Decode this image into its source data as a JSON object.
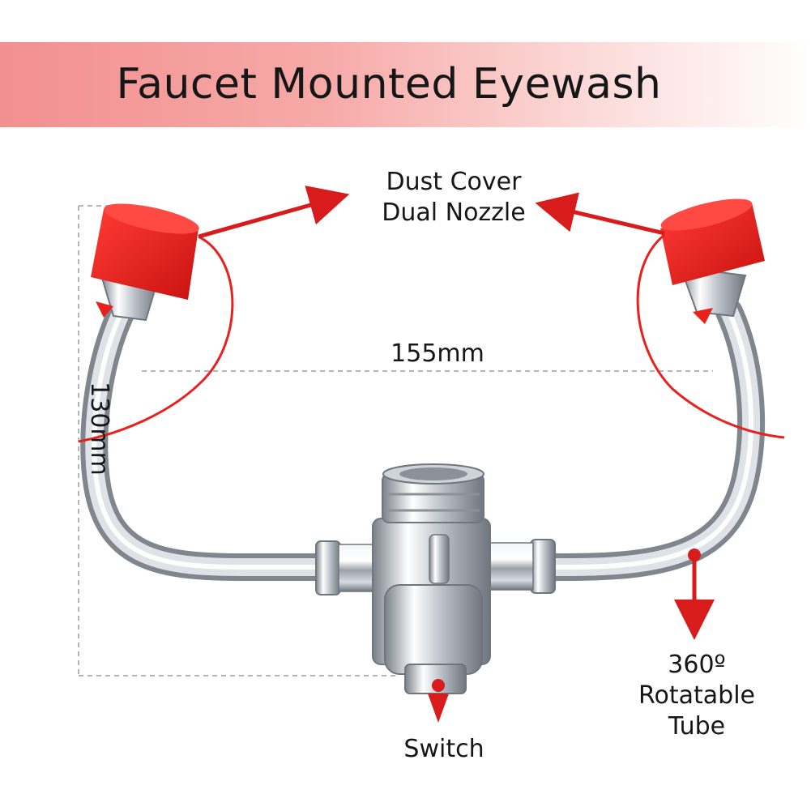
{
  "header": {
    "title": "Faucet Mounted Eyewash"
  },
  "callouts": {
    "dust_cover_line1": "Dust Cover",
    "dust_cover_line2": "Dual Nozzle",
    "width_dimension": "155mm",
    "height_dimension": "130mm",
    "tube_line1": "360º",
    "tube_line2": "Rotatable",
    "tube_line3": "Tube",
    "switch": "Switch"
  },
  "colors": {
    "accent_red": "#e8201e",
    "banner_pink": "#f2908f",
    "chrome": "#c7ccd2",
    "text": "#161616"
  }
}
